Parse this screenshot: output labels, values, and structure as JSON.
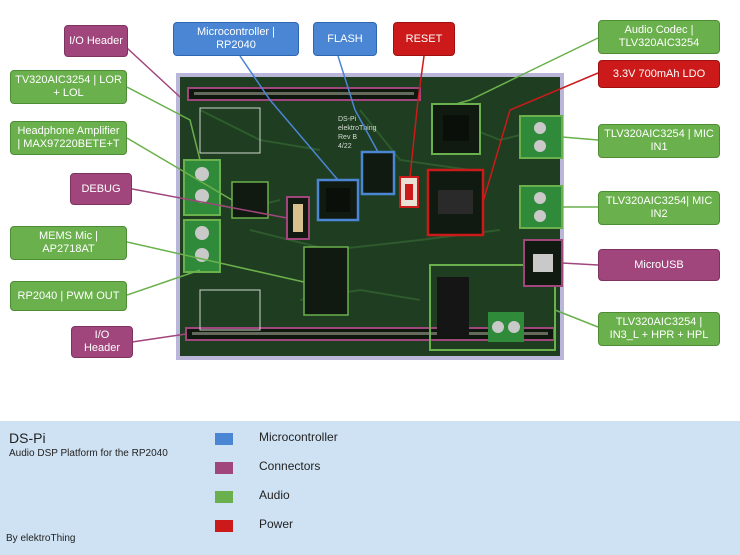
{
  "labels": {
    "io_header_top": "I/O Header",
    "microcontroller": "Microcontroller | RP2040",
    "flash": "FLASH",
    "reset": "RESET",
    "audio_codec": "Audio Codec | TLV320AIC3254",
    "ldo": "3.3V 700mAh LDO",
    "lor_lol": "TV320AIC3254 | LOR + LOL",
    "headphone_amp": "Headphone Amplifier | MAX97220BETE+T",
    "debug": "DEBUG",
    "mems_mic": "MEMS Mic | AP2718AT",
    "pwm_out": "RP2040 | PWM OUT",
    "io_header_bottom": "I/O Header",
    "mic_in1": "TLV320AIC3254 | MIC IN1",
    "mic_in2": "TLV320AIC3254| MIC IN2",
    "microusb": "MicroUSB",
    "in3_hp": "TLV320AIC3254 | IN3_L + HPR + HPL"
  },
  "board_silk": {
    "line1": "DS-Pi",
    "line2": "elektroThing",
    "line3": "Rev B",
    "line4": "4/22"
  },
  "footer": {
    "title": "DS-Pi",
    "subtitle": "Audio DSP Platform for the RP2040",
    "author": "By elektroThing"
  },
  "legend": [
    {
      "label": "Microcontroller",
      "color": "#4a86d4"
    },
    {
      "label": "Connectors",
      "color": "#a0467c"
    },
    {
      "label": "Audio",
      "color": "#6ab04c"
    },
    {
      "label": "Power",
      "color": "#cc1a1a"
    }
  ],
  "colors": {
    "pcb": "#1f3d20",
    "microcontroller": "#4a86d4",
    "connectors": "#a0467c",
    "audio": "#6ab04c",
    "power": "#cc1a1a"
  }
}
